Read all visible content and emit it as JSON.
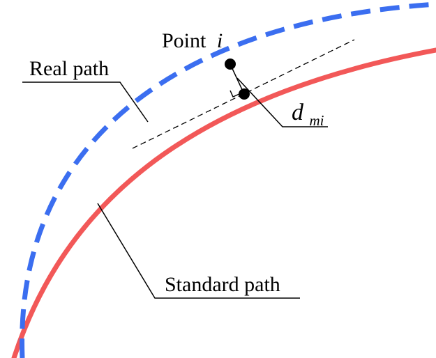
{
  "labels": {
    "point": "Point",
    "point_var": "i",
    "real_path": "Real path",
    "standard_path": "Standard path",
    "distance_main": "d",
    "distance_sub": "mi"
  },
  "colors": {
    "real_path": "#3b6ef0",
    "standard_path": "#f25858",
    "ink": "#000000",
    "background": "#ffffff"
  }
}
